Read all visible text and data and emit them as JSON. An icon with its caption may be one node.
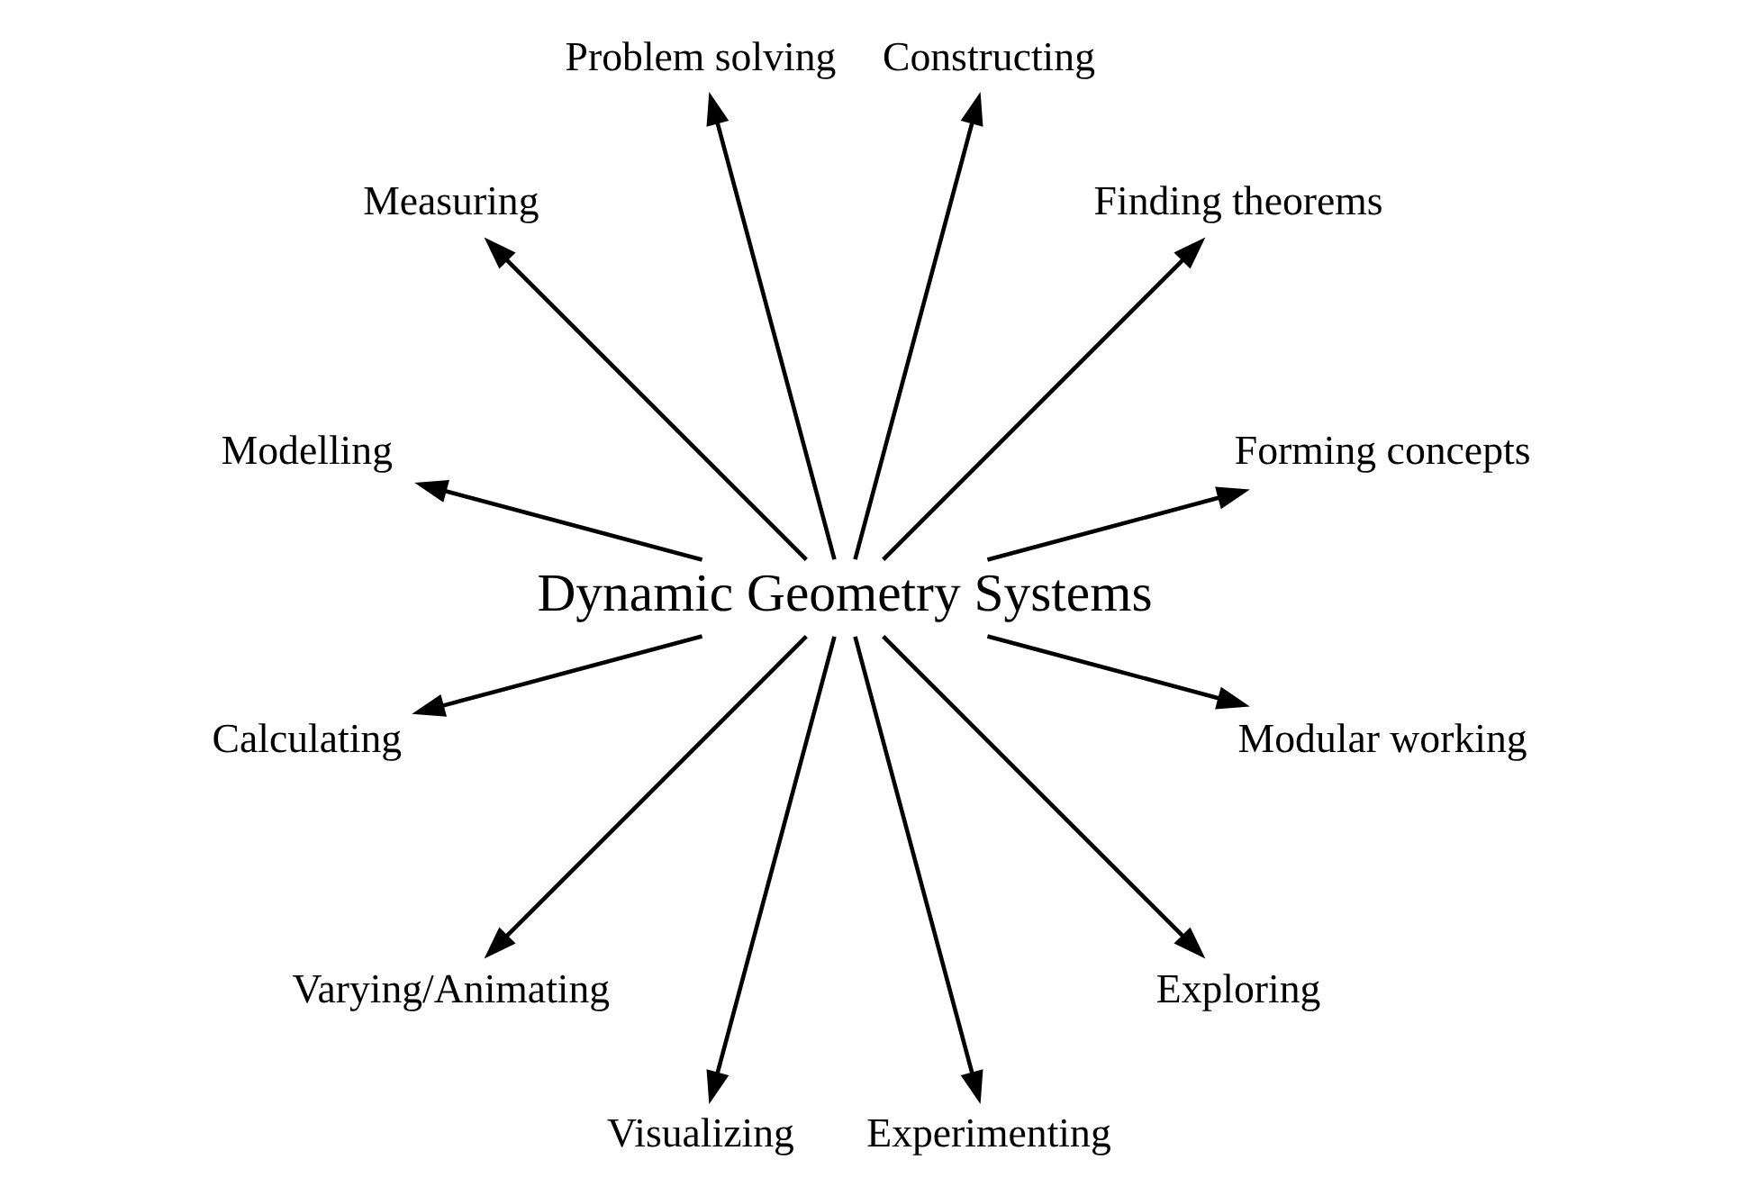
{
  "diagram": {
    "nodes": [
      {
        "text": [
          "Dynamic Geometry Systems"
        ]
      },
      {
        "text": [
          "Forming concepts"
        ]
      },
      {
        "text": [
          "Finding theorems"
        ]
      },
      {
        "text": [
          "Constructing"
        ]
      },
      {
        "text": [
          "Problem solving"
        ]
      },
      {
        "text": [
          "Measuring"
        ]
      },
      {
        "text": [
          "Modelling"
        ]
      },
      {
        "text": [
          "Calculating"
        ]
      },
      {
        "text": [
          "Varying/Animating"
        ]
      },
      {
        "text": [
          "Visualizing"
        ]
      },
      {
        "text": [
          "Experimenting"
        ]
      },
      {
        "text": [
          "Exploring"
        ]
      },
      {
        "text": [
          "Modular working"
        ]
      }
    ],
    "edges": [
      {
        "from": 0,
        "to": 1,
        "arrow": "to"
      },
      {
        "from": 0,
        "to": 3,
        "arrow": "to"
      },
      {
        "from": 0,
        "to": 5,
        "arrow": "to"
      },
      {
        "from": 0,
        "to": 7,
        "arrow": "to"
      },
      {
        "from": 0,
        "to": 9,
        "arrow": "to"
      },
      {
        "from": 0,
        "to": 11,
        "arrow": "to"
      },
      {
        "from": 0,
        "to": 12,
        "arrow": "to"
      },
      {
        "from": 0,
        "to": 10,
        "arrow": "to"
      },
      {
        "from": 0,
        "to": 8,
        "arrow": "to"
      },
      {
        "from": 0,
        "to": 6,
        "arrow": "to"
      },
      {
        "from": 0,
        "to": 4,
        "arrow": "to"
      },
      {
        "from": 0,
        "to": 2,
        "arrow": "to"
      }
    ]
  }
}
